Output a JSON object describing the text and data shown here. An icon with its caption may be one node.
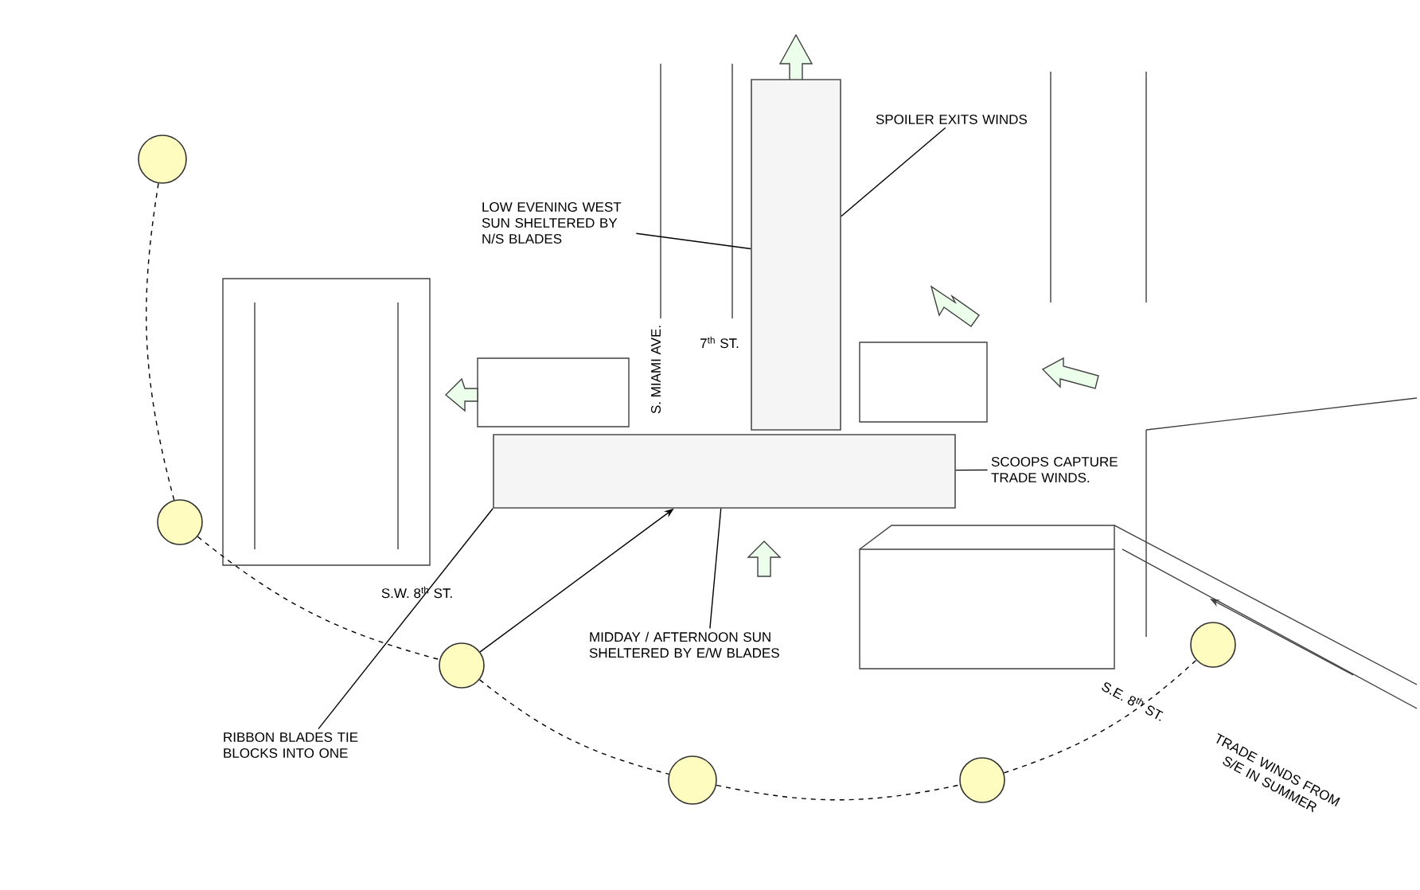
{
  "diagram": {
    "nodes": [
      {
        "text": [],
        "shape": "box"
      },
      {
        "text": [],
        "shape": "box"
      },
      {
        "text": [
          "SPOILER EXITS WINDS"
        ]
      },
      {
        "text": [
          "LOW EVENING WEST SUN SHELTERED BY N/S BLADES"
        ]
      },
      {
        "text": [
          "SCOOPS CAPTURE TRADE WINDS."
        ]
      },
      {
        "text": [
          "MIDDAY / AFTERNOON SUN SHELTERED BY E/W BLADES"
        ]
      },
      {
        "text": [
          "RIBBON BLADES TIE BLOCKS INTO ONE"
        ]
      },
      {
        "text": [],
        "shape": "circle"
      },
      {
        "text": [],
        "shape": "circle"
      },
      {
        "text": [],
        "shape": "circle"
      },
      {
        "text": [],
        "shape": "circle"
      },
      {
        "text": [],
        "shape": "circle"
      },
      {
        "text": [],
        "shape": "circle"
      }
    ],
    "edges": [
      {
        "from": 2,
        "to": 0,
        "arrow": "none"
      },
      {
        "from": 3,
        "to": 0,
        "arrow": "none"
      },
      {
        "from": 4,
        "to": 1,
        "arrow": "none"
      },
      {
        "from": 5,
        "to": 1,
        "arrow": "none"
      },
      {
        "from": 6,
        "to": 1,
        "arrow": "none"
      },
      {
        "from": 9,
        "to": 1,
        "arrow": "to"
      },
      {
        "from": 7,
        "to": 8,
        "arrow": "none",
        "style": "dashed"
      },
      {
        "from": 8,
        "to": 9,
        "arrow": "none",
        "style": "dashed"
      },
      {
        "from": 9,
        "to": 10,
        "arrow": "none",
        "style": "dashed"
      },
      {
        "from": 10,
        "to": 11,
        "arrow": "none",
        "style": "dashed"
      },
      {
        "from": 11,
        "to": 12,
        "arrow": "none",
        "style": "dashed"
      }
    ],
    "labels": [
      "S. MIAMI AVE.",
      "7$^{th}$ ST.",
      "S.W. 8$^{th}$ ST.",
      "S.E. 8$^{th}$ ST.",
      "TRADE WINDS FROM S/E IN SUMMER"
    ]
  }
}
